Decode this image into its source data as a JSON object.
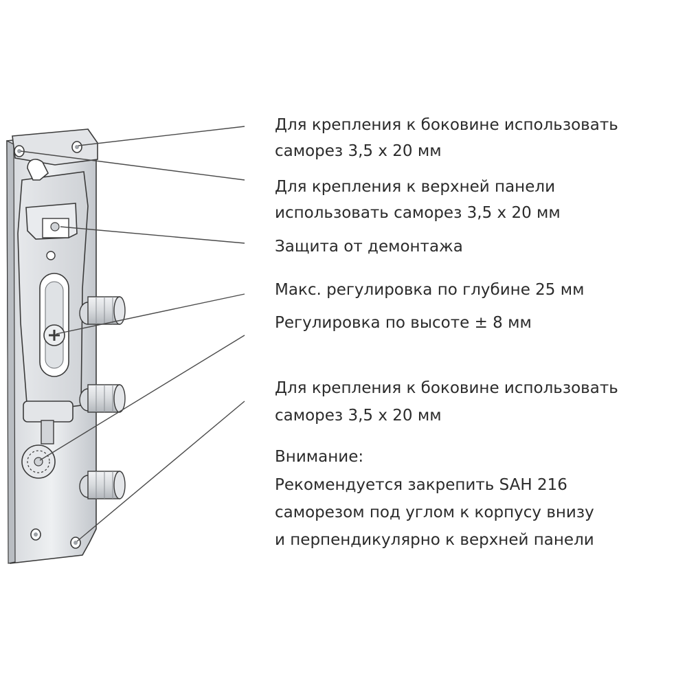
{
  "callouts": [
    {
      "lines": [
        "Для крепления к боковине использовать",
        "саморез 3,5 х 20 мм"
      ]
    },
    {
      "lines": [
        "Для крепления к верхней панели",
        "использовать саморез 3,5 х 20 мм"
      ]
    },
    {
      "lines": [
        "Защита от демонтажа"
      ]
    },
    {
      "lines": [
        "Макс. регулировка по глубине 25 мм"
      ]
    },
    {
      "lines": [
        "Регулировка по высоте ± 8 мм"
      ]
    },
    {
      "lines": [
        "Для крепления к боковине использовать",
        "саморез 3,5 х 20 мм"
      ]
    },
    {
      "lines": [
        "Внимание:",
        "Рекомендуется закрепить SAH 216",
        "саморезом под углом к корпусу внизу",
        "и перпендикулярно к верхней панели"
      ]
    }
  ],
  "colors": {
    "text": "#2b2b2b",
    "metal_light": "#eceef0",
    "metal_mid": "#c9ccd0",
    "metal_dark": "#a4a8ad",
    "outline": "#3a3a3a",
    "leader": "#4a4a4a"
  }
}
